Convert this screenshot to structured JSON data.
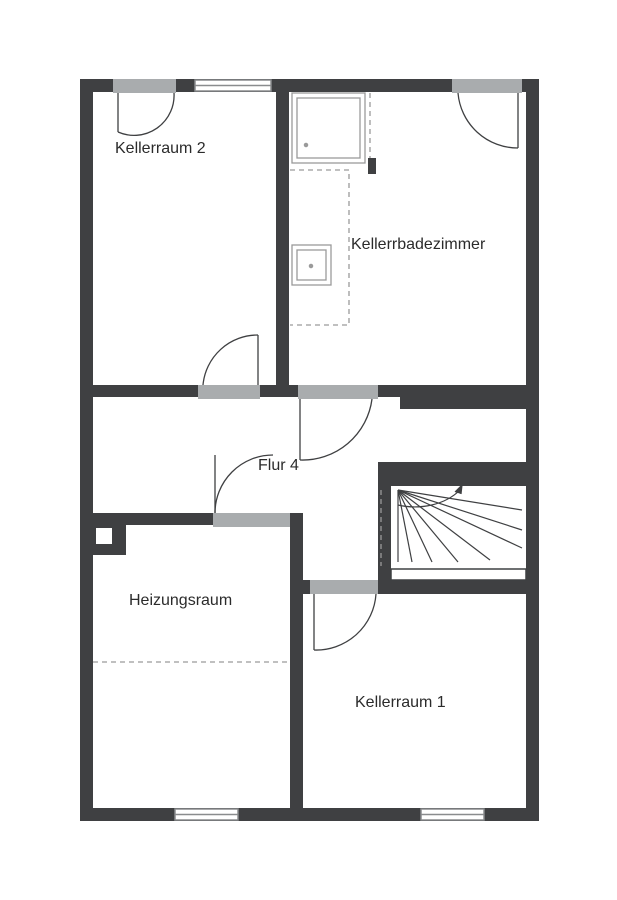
{
  "floorplan": {
    "rooms": {
      "kellerraum_2": "Kellerraum 2",
      "kellerbad": "Kellerrbadezimmer",
      "flur": "Flur 4",
      "heizungsraum": "Heizungsraum",
      "kellerraum_1": "Kellerraum 1"
    },
    "colors": {
      "wall": "#3f4042",
      "door_panel": "#a9acae",
      "window_frame": "#8a8c8e",
      "fixture_line": "#9a9a9a",
      "background": "#ffffff"
    }
  }
}
